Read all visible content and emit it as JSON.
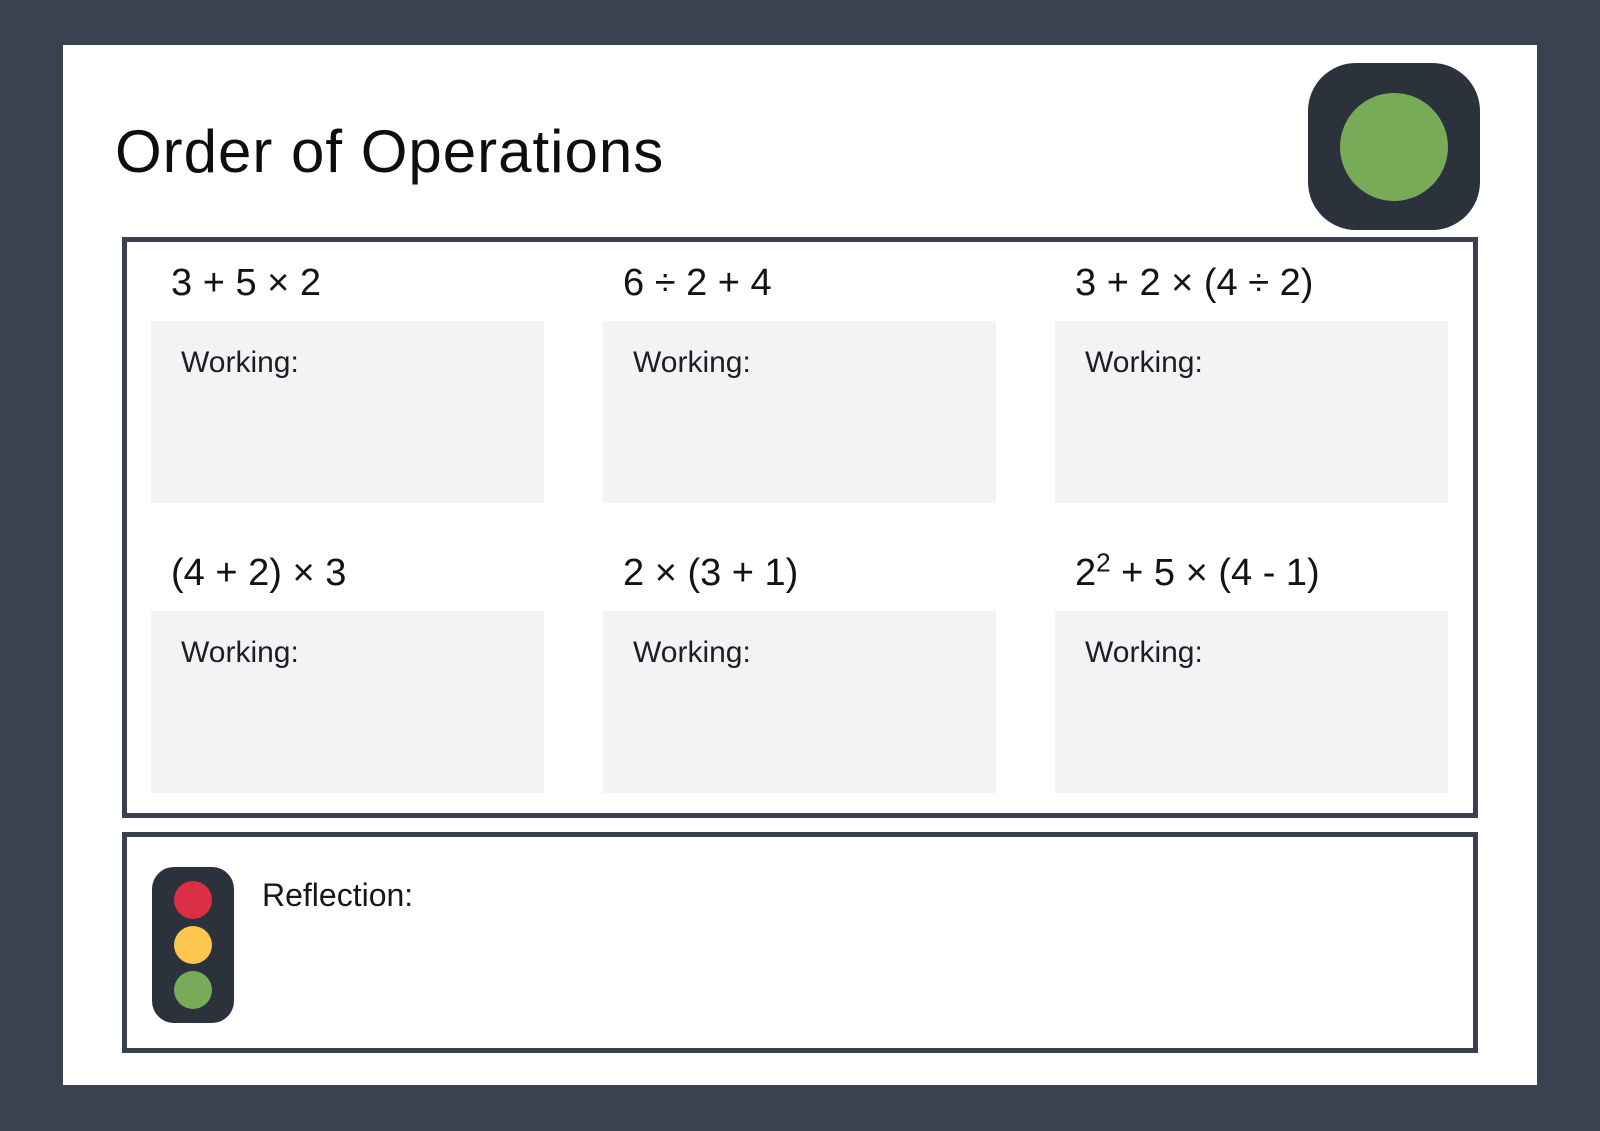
{
  "theme": {
    "colors": {
      "background": "#3a4150",
      "panel_border": "#39404f",
      "working_bg": "#f2f3f5",
      "icon_dark": "#2c323b",
      "green": "#78ab58",
      "red": "#dc2e44",
      "yellow": "#fdc74f"
    }
  },
  "header": {
    "title": "Order of Operations",
    "badge_icon": "green-circle-in-dark-rounded-square"
  },
  "labels": {
    "working": "Working:"
  },
  "problems": [
    {
      "pre": "3 + 5 × 2",
      "sup": "",
      "post": ""
    },
    {
      "pre": "6 ÷ 2 + 4",
      "sup": "",
      "post": ""
    },
    {
      "pre": "3 + 2 × (4 ÷ 2)",
      "sup": "",
      "post": ""
    },
    {
      "pre": "(4 + 2) × 3",
      "sup": "",
      "post": ""
    },
    {
      "pre": "2 × (3 + 1)",
      "sup": "",
      "post": ""
    },
    {
      "pre": "2",
      "sup": "2",
      "post": " + 5 × (4 - 1)"
    }
  ],
  "reflection": {
    "label": "Reflection:",
    "icon": "traffic-light"
  }
}
